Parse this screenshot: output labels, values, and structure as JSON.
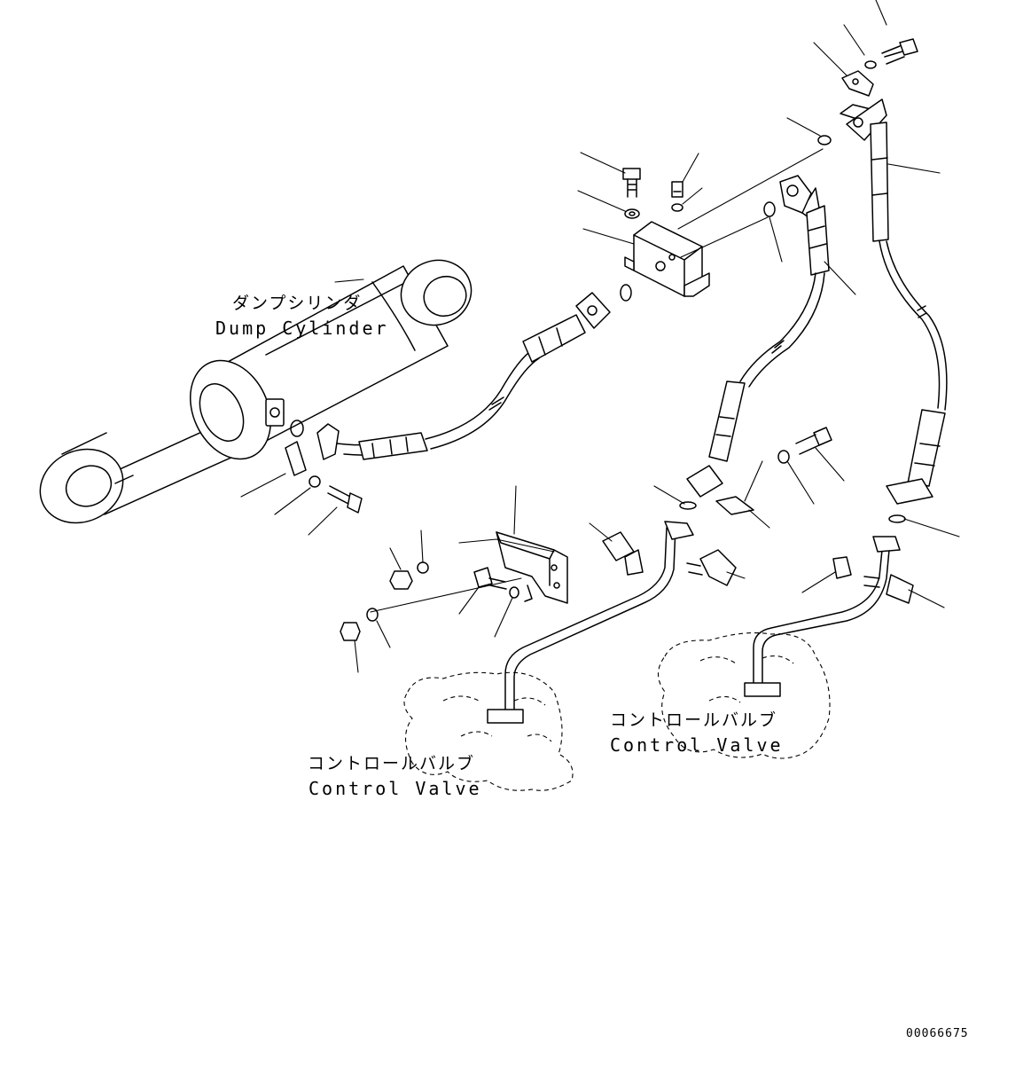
{
  "labels": {
    "dump_cylinder_jp": "ダンプシリンダ",
    "dump_cylinder_en": "Dump Cylinder",
    "control_valve_left_jp": "コントロールバルブ",
    "control_valve_left_en": "Control Valve",
    "control_valve_right_jp": "コントロールバルブ",
    "control_valve_right_en": "Control Valve"
  },
  "drawing_number": "00066675",
  "colors": {
    "ink": "#000000",
    "paper": "#ffffff"
  }
}
